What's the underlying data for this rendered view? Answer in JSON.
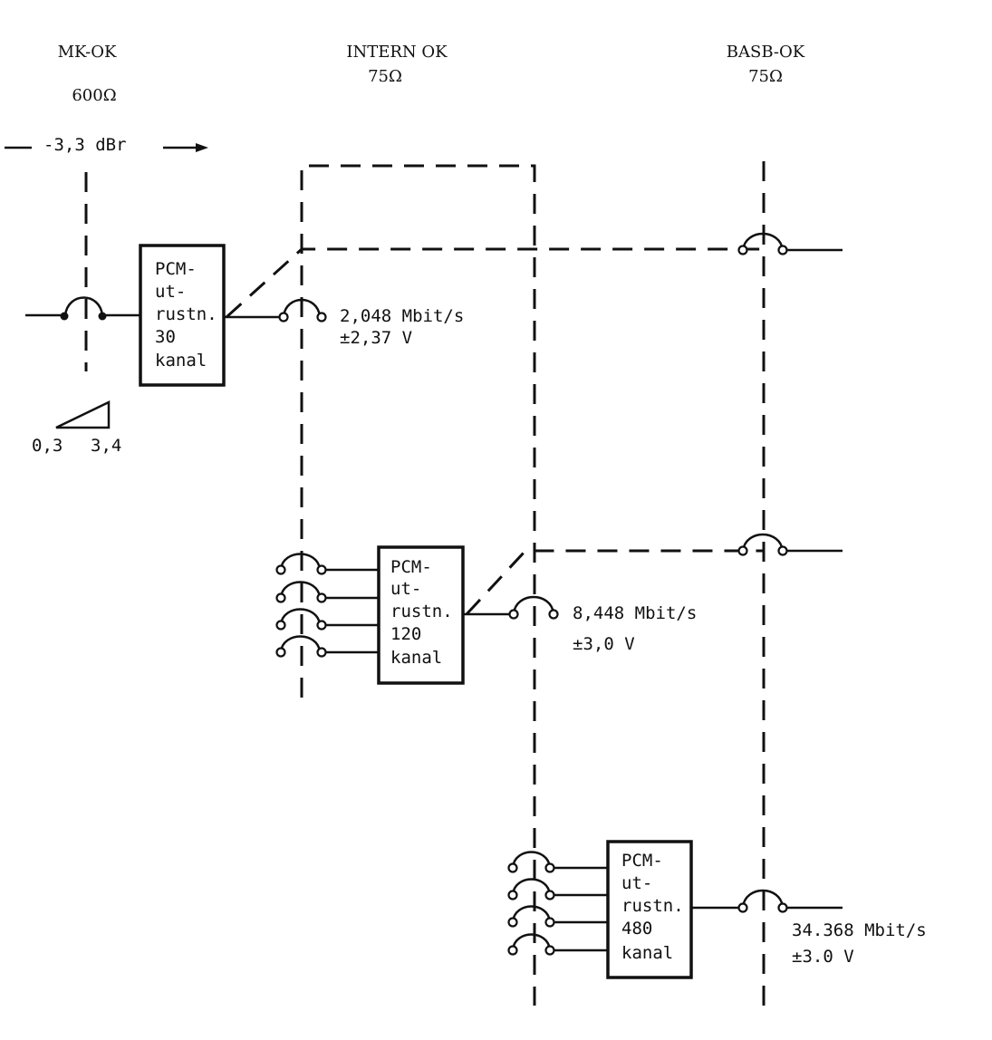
{
  "headers": {
    "mk": {
      "title": "MK-OK",
      "impedance": "600Ω"
    },
    "intern": {
      "title": "INTERN OK",
      "impedance": "75Ω"
    },
    "basb": {
      "title": "BASB-OK",
      "impedance": "75Ω"
    }
  },
  "level_label": "-3,3 dBr",
  "band": {
    "low": "0,3",
    "high": "3,4"
  },
  "units": [
    {
      "lines": [
        "PCM-",
        "ut-",
        "rustn.",
        "30",
        "kanal"
      ],
      "rate": "2,048 Mbit/s",
      "voltage": "±2,37 V"
    },
    {
      "lines": [
        "PCM-",
        "ut-",
        "rustn.",
        "120",
        "kanal"
      ],
      "rate": "8,448 Mbit/s",
      "voltage": "±3,0 V"
    },
    {
      "lines": [
        "PCM-",
        "ut-",
        "rustn.",
        "480",
        "kanal"
      ],
      "rate": "34.368 Mbit/s",
      "voltage": "±3.0 V"
    }
  ]
}
